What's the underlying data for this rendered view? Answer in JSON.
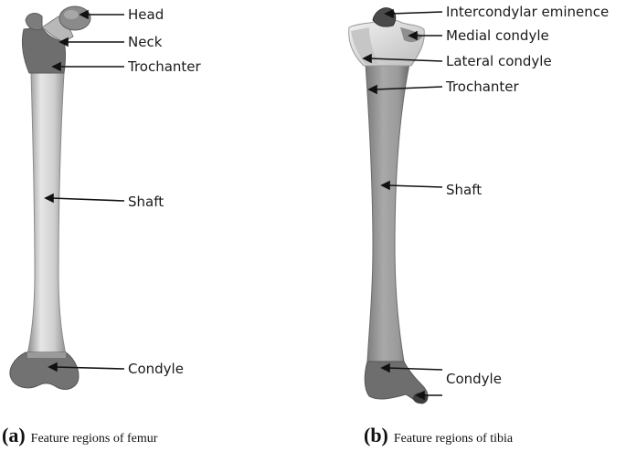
{
  "panel_a": {
    "labels": {
      "head": "Head",
      "neck": "Neck",
      "trochanter": "Trochanter",
      "shaft": "Shaft",
      "condyle": "Condyle"
    },
    "caption_tag": "(a)",
    "caption_text": "Feature regions of femur"
  },
  "panel_b": {
    "labels": {
      "intercondylar_eminence": "Intercondylar eminence",
      "medial_condyle": "Medial condyle",
      "lateral_condyle": "Lateral condyle",
      "trochanter": "Trochanter",
      "shaft": "Shaft",
      "condyle": "Condyle"
    },
    "caption_tag": "(b)",
    "caption_text": "Feature regions of tibia"
  },
  "colors": {
    "bone_light": "#d9d9d9",
    "bone_mid": "#b4b4b4",
    "bone_dark": "#6f6f6f",
    "arrow": "#111111"
  }
}
